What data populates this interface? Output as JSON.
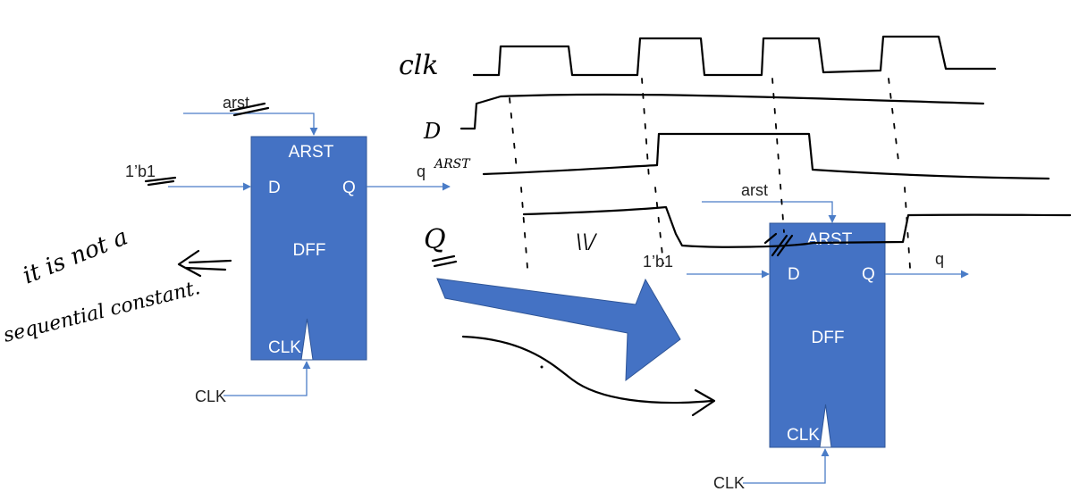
{
  "colors": {
    "block_fill": "#4472c4",
    "block_stroke": "#2f5597",
    "wire": "#4a7cc7",
    "ink": "#000000",
    "arrow_fill": "#4472c4"
  },
  "dff_left": {
    "arst_label": "arst",
    "input_label": "1’b1",
    "arst_port": "ARST",
    "d_port": "D",
    "q_port": "Q",
    "block_name": "DFF",
    "clk_port": "CLK",
    "output_label": "q",
    "clk_label": "CLK"
  },
  "dff_right": {
    "arst_label": "arst",
    "input_label": "1’b1",
    "arst_port": "ARST",
    "d_port": "D",
    "q_port": "Q",
    "block_name": "DFF",
    "clk_port": "CLK",
    "output_label": "q",
    "clk_label": "CLK"
  },
  "handwriting": {
    "clk": "clk",
    "d": "D",
    "arst": "ARST",
    "q": "Q",
    "note_line1": "it is not a",
    "note_line2": "sequential constant.",
    "slash_mark": "\\\\/"
  }
}
